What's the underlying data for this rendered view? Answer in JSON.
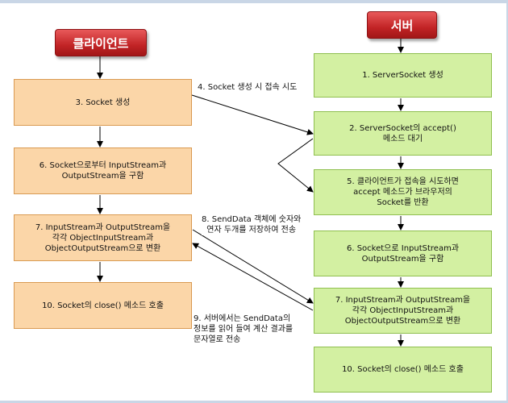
{
  "headers": {
    "client": "클라이언트",
    "server": "서버"
  },
  "client_boxes": [
    "3. Socket 생성",
    "6. Socket으로부터 InputStream과\nOutputStream을 구함",
    "7. InputStream과 OutputStream을\n각각 ObjectInputStream과\nObjectOutputStream으로 변환",
    "10. Socket의 close() 메소드 호출"
  ],
  "server_boxes": [
    "1. ServerSocket 생성",
    "2. ServerSocket의 accept()\n메소드 대기",
    "5. 클라이언트가 접속을 시도하면\naccept 메소드가 브라우저의\nSocket를 반환",
    "6. Socket으로 InputStream과\nOutputStream을 구함",
    "7. InputStream과 OutputStream을\n각각 ObjectInputStream과\nObjectOutputStream으로 변환",
    "10. Socket의 close() 메소드 호출"
  ],
  "edge_labels": {
    "connect": "4. Socket 생성 시 접속 시도",
    "send": "8. SendData 객체에 숫자와\n연자 두개를 저장하여 전송",
    "reply": "9. 서버에서는 SendData의\n정보를 읽어 들여 계산 결과를\n문자열로 전송"
  },
  "colors": {
    "client_fill": "#fbd6a8",
    "server_fill": "#d3f0a2",
    "header_red": "#c22426"
  }
}
